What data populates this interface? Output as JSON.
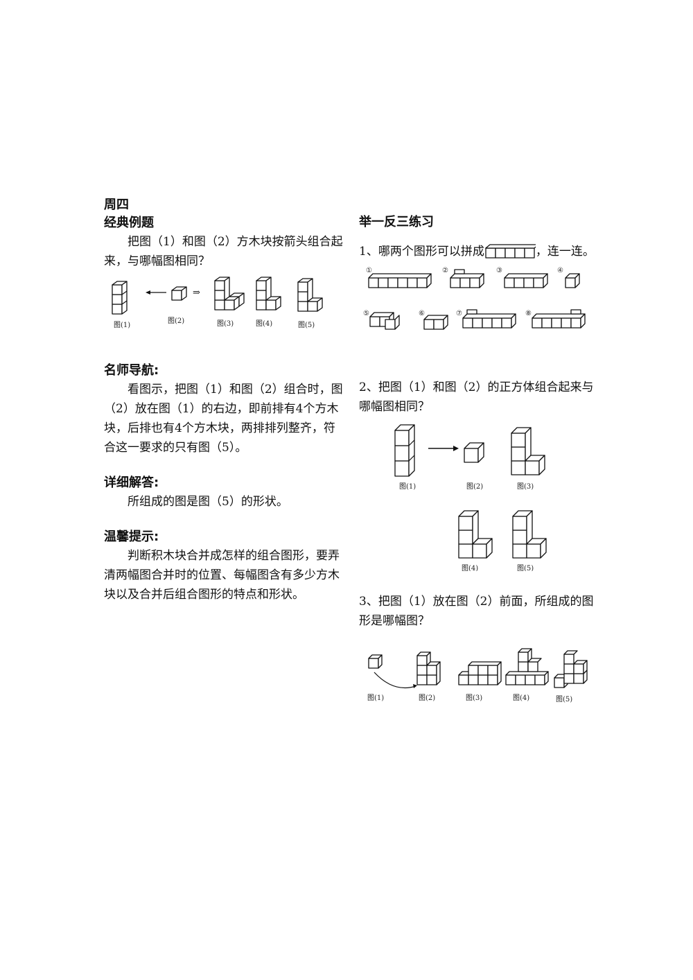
{
  "left": {
    "day": "周四",
    "example_title": "经典例题",
    "example_text": "把图（1）和图（2）方木块按箭头组合起来，与哪幅图相同？",
    "example_fig_labels": [
      "图(1)",
      "图(2)",
      "图(3)",
      "图(4)",
      "图(5)"
    ],
    "guide_title": "名师导航:",
    "guide_text": "看图示，把图（1）和图（2）组合时，图（2）放在图（1）的右边，即前排有4个方木块，后排也有4个方木块，两排排列整齐，符合这一要求的只有图（5）。",
    "answer_title": "详细解答:",
    "answer_text": "所组成的图是图（5）的形状。",
    "tip_title": "温馨提示:",
    "tip_text": "判断积木块合并成怎样的组合图形，要弄清两幅图合并时的位置、每幅图含有多少方木块以及合并后组合图形的特点和形状。"
  },
  "right": {
    "practice_title": "举一反三练习",
    "q1_before": "1、哪两个图形可以拼成",
    "q1_after": "，连一连。",
    "q1_nums": [
      "①",
      "②",
      "③",
      "④",
      "⑤",
      "⑥",
      "⑦",
      "⑧"
    ],
    "q2_text": "2、把图（1）和图（2）的正方体组合起来与哪幅图相同？",
    "q2_fig_labels": [
      "图(1)",
      "图(2)",
      "图(3)",
      "图(4)",
      "图(5)"
    ],
    "q3_text": "3、把图（1）放在图（2）前面，所组成的图形是哪幅图？",
    "q3_fig_labels": [
      "图(1)",
      "图(2)",
      "图(3)",
      "图(4)",
      "图(5)"
    ]
  }
}
